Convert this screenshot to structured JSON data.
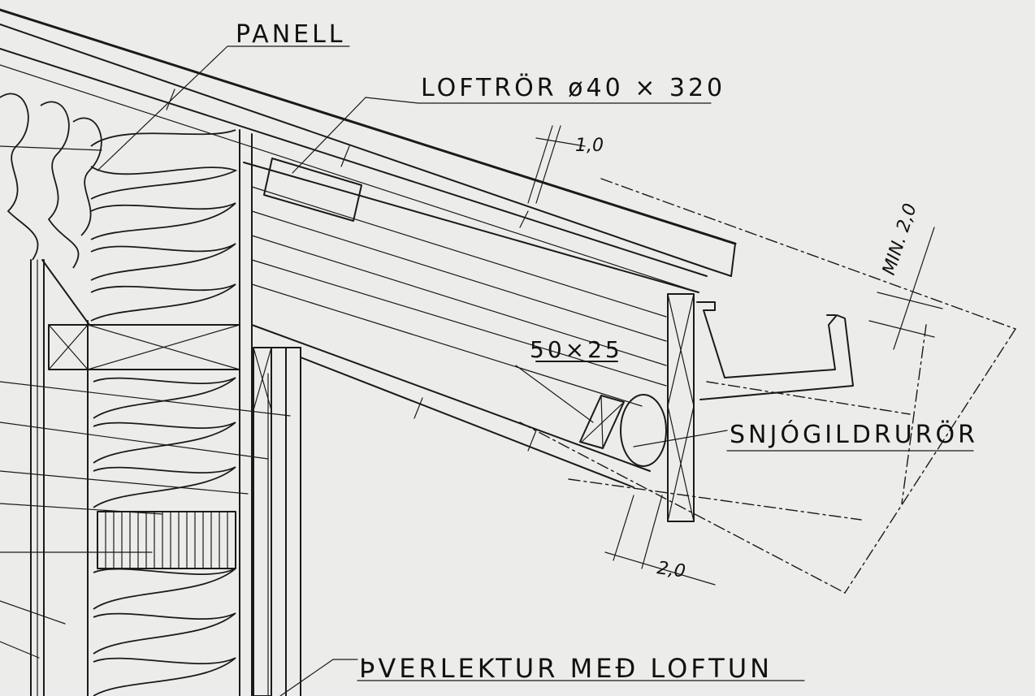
{
  "labels": {
    "panel": "PANELL",
    "vent_pipe": "LOFTRÖR ø40 × 320",
    "batten": "50×25",
    "snow_guard_pipe": "SNJÓGILDRURÖR",
    "counter_batten": "ÞVERLEKTUR MEÐ LOFTUN"
  },
  "dimensions": {
    "roof_gap": "1,0",
    "min_clearance": "MIN. 2,0",
    "fascia_gap": "2,0"
  }
}
